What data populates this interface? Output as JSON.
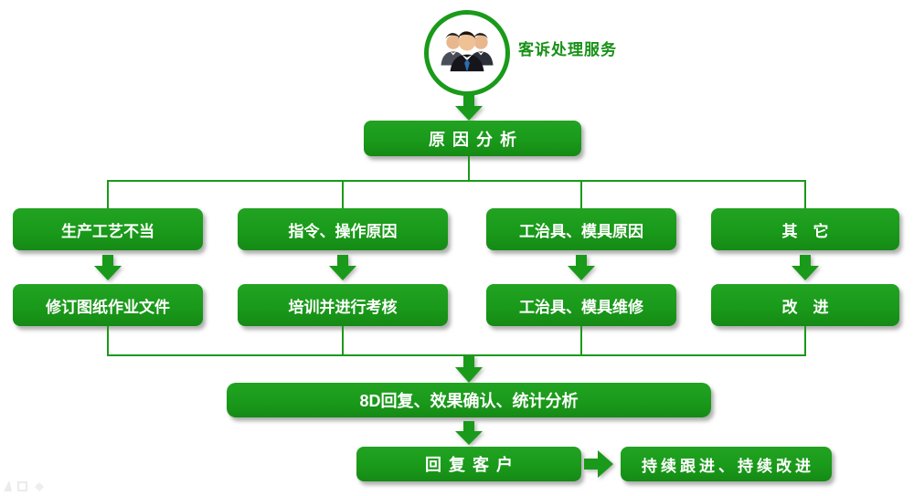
{
  "header": {
    "title": "客诉处理服务"
  },
  "flow": {
    "cause_analysis": "原因分析",
    "branches": [
      {
        "cause": "生产工艺不当",
        "action": "修订图纸作业文件"
      },
      {
        "cause": "指令、操作原因",
        "action": "培训并进行考核"
      },
      {
        "cause": "工治具、模具原因",
        "action": "工治具、模具维修"
      },
      {
        "cause": "其　它",
        "action": "改　进"
      }
    ],
    "summary": "8D回复、效果确认、统计分析",
    "reply": "回复客户",
    "follow_up": "持续跟进、持续改进"
  },
  "colors": {
    "green": "#1a9a1a",
    "text_on_green": "#ffffff",
    "title_green": "#179117"
  },
  "icons": [
    "people-icon",
    "down-arrow-icon",
    "right-arrow-icon"
  ]
}
